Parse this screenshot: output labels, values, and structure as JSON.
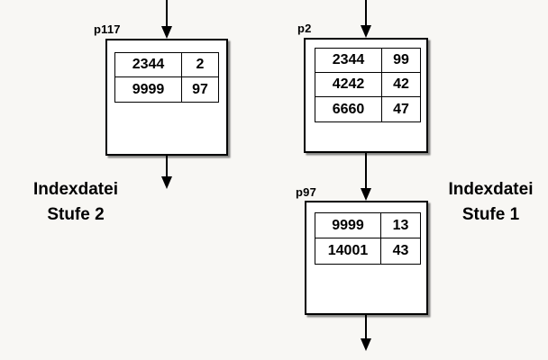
{
  "nodes": [
    {
      "id": "p117",
      "rows": [
        [
          "2344",
          "2"
        ],
        [
          "9999",
          "97"
        ]
      ]
    },
    {
      "id": "p2",
      "rows": [
        [
          "2344",
          "99"
        ],
        [
          "4242",
          "42"
        ],
        [
          "6660",
          "47"
        ]
      ]
    },
    {
      "id": "p97",
      "rows": [
        [
          "9999",
          "13"
        ],
        [
          "14001",
          "43"
        ]
      ]
    }
  ],
  "side_labels": {
    "left": {
      "line1": "Indexdatei",
      "line2": "Stufe 2"
    },
    "right": {
      "line1": "Indexdatei",
      "line2": "Stufe 1"
    }
  },
  "colors": {
    "background": "#f8f7f4",
    "box_fill": "#ffffff",
    "line": "#000000"
  }
}
